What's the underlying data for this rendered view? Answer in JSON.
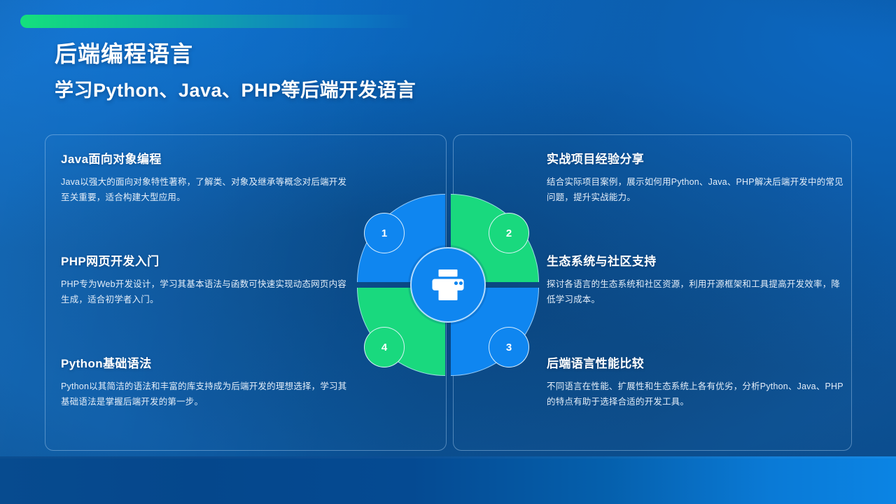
{
  "decor": {
    "top_bar_gradient_from": "#14e07d",
    "top_bar_gradient_to": "#0b64b9",
    "background_blue": "#0a5ba6",
    "accent_blue": "#0f86f0",
    "accent_green": "#19d97e"
  },
  "header": {
    "title": "后端编程语言",
    "subtitle": "学习Python、Java、PHP等后端开发语言"
  },
  "left_panel": {
    "blocks": [
      {
        "title": "Java面向对象编程",
        "body": "Java以强大的面向对象特性著称，了解类、对象及继承等概念对后端开发至关重要，适合构建大型应用。"
      },
      {
        "title": "PHP网页开发入门",
        "body": "PHP专为Web开发设计，学习其基本语法与函数可快速实现动态网页内容生成，适合初学者入门。"
      },
      {
        "title": "Python基础语法",
        "body": "Python以其简洁的语法和丰富的库支持成为后端开发的理想选择，学习其基础语法是掌握后端开发的第一步。"
      }
    ]
  },
  "right_panel": {
    "blocks": [
      {
        "title": "实战项目经验分享",
        "body": "结合实际项目案例，展示如何用Python、Java、PHP解决后端开发中的常见问题，提升实战能力。"
      },
      {
        "title": "生态系统与社区支持",
        "body": "探讨各语言的生态系统和社区资源，利用开源框架和工具提高开发效率，降低学习成本。"
      },
      {
        "title": "后端语言性能比较",
        "body": "不同语言在性能、扩展性和生态系统上各有优劣，分析Python、Java、PHP的特点有助于选择合适的开发工具。"
      }
    ]
  },
  "diagram": {
    "center_icon": "printer-icon",
    "badges": [
      {
        "number": "1",
        "color": "#0f86f0"
      },
      {
        "number": "2",
        "color": "#19d97e"
      },
      {
        "number": "3",
        "color": "#0f86f0"
      },
      {
        "number": "4",
        "color": "#19d97e"
      }
    ],
    "quadrants": [
      {
        "position": "top-left",
        "color": "#0f86f0"
      },
      {
        "position": "top-right",
        "color": "#19d97e"
      },
      {
        "position": "bottom-right",
        "color": "#0f86f0"
      },
      {
        "position": "bottom-left",
        "color": "#19d97e"
      }
    ]
  }
}
